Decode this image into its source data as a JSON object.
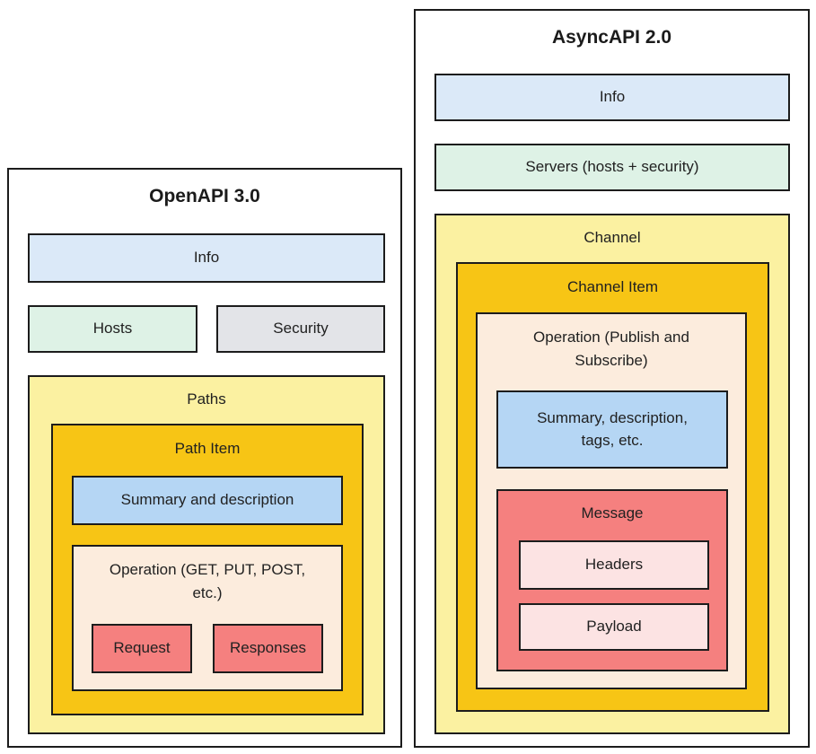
{
  "colors": {
    "info_blue": "#dbe9f8",
    "mint_green": "#def2e6",
    "light_gray": "#e3e4e8",
    "light_yellow": "#fbf1a1",
    "gold": "#f7c515",
    "peach": "#fcecdd",
    "steel_blue": "#b5d6f4",
    "salmon": "#f5807f",
    "light_pink": "#fce3e3",
    "border": "#1c1c1c",
    "text": "#212121"
  },
  "openapi": {
    "title": "OpenAPI 3.0",
    "info": "Info",
    "hosts": "Hosts",
    "security": "Security",
    "paths": "Paths",
    "path_item": "Path Item",
    "summary": "Summary and description",
    "operation": "Operation (GET, PUT, POST, etc.)",
    "request": "Request",
    "responses": "Responses"
  },
  "asyncapi": {
    "title": "AsyncAPI 2.0",
    "info": "Info",
    "servers": "Servers (hosts + security)",
    "channel": "Channel",
    "channel_item": "Channel Item",
    "operation": "Operation (Publish and Subscribe)",
    "summary": "Summary, description, tags, etc.",
    "message": "Message",
    "headers": "Headers",
    "payload": "Payload"
  }
}
